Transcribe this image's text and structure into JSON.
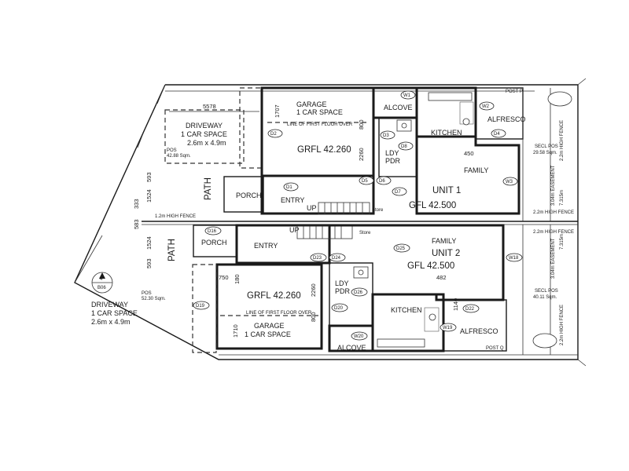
{
  "site": {
    "dim_5578": "5578",
    "fence_mid": "1.2m HIGH FENCE",
    "dim_333": "333",
    "dim_583": "583",
    "north_b06": "B06",
    "north_4": "4"
  },
  "unit1": {
    "driveway": "DRIVEWAY",
    "driveway_cars": "1 CAR SPACE",
    "driveway_size": "2.6m x 4.9m",
    "pos": "POS",
    "pos_area": "42.88 Sqm.",
    "garage": "GARAGE",
    "garage_cars": "1 CAR SPACE",
    "garage_line": "LINE OF FIRST FLOOR OVER",
    "grfl": "GRFL 42.260",
    "path": "PATH",
    "porch": "PORCH",
    "entry": "ENTRY",
    "up": "UP",
    "store": "Store",
    "alcove": "ALCOVE",
    "kitchen": "KITCHEN",
    "ldy": "LDY",
    "pdr": "PDR",
    "family": "FAMILY",
    "unit_label": "UNIT 1",
    "gfl": "GFL 42.500",
    "alfresco": "ALFRESCO",
    "post": "POST P",
    "secl_pos": "SECL POS",
    "secl_area": "29.58 Sqm.",
    "fence_high": "2.2m HIGH FENCE",
    "easement": "3.04m EASEMENT",
    "dim_7315": "7.315m",
    "dim_1707": "1707",
    "dim_800": "800",
    "dim_2260": "2260",
    "dim_450": "450",
    "dim_1524": "1524",
    "dim_593": "593",
    "tags": [
      "D1",
      "D2",
      "D3",
      "D4",
      "D5",
      "D6",
      "D7",
      "D8",
      "W1",
      "W2",
      "W3"
    ]
  },
  "unit2": {
    "driveway": "DRIVEWAY",
    "driveway_cars": "1 CAR SPACE",
    "driveway_size": "2.6m x 4.9m",
    "pos": "POS",
    "pos_area": "52.30 Sqm.",
    "garage": "GARAGE",
    "garage_cars": "1 CAR SPACE",
    "garage_line": "LINE OF FIRST FLOOR OVER",
    "grfl": "GRFL 42.260",
    "path": "PATH",
    "porch": "PORCH",
    "entry": "ENTRY",
    "up": "UP",
    "store": "Store",
    "alcove": "ALCOVE",
    "kitchen": "KITCHEN",
    "ldy": "LDY",
    "pdr": "PDR",
    "family": "FAMILY",
    "unit_label": "UNIT 2",
    "gfl": "GFL 42.500",
    "alfresco": "ALFRESCO",
    "post": "POST Q",
    "secl_pos": "SECL POS",
    "secl_area": "40.11 Sqm.",
    "fence_high": "2.2m HIGH FENCE",
    "easement": "3.04m EASEMENT",
    "dim_7315": "7.315m",
    "dim_1710": "1710",
    "dim_800": "800",
    "dim_2260": "2260",
    "dim_750": "750",
    "dim_180": "180",
    "dim_482": "482",
    "dim_1140": "1140",
    "dim_1524": "1524",
    "dim_593": "593",
    "tags": [
      "D16",
      "D19",
      "D20",
      "D22",
      "D23",
      "D24",
      "D25",
      "D26",
      "W18",
      "W19",
      "W20"
    ]
  }
}
